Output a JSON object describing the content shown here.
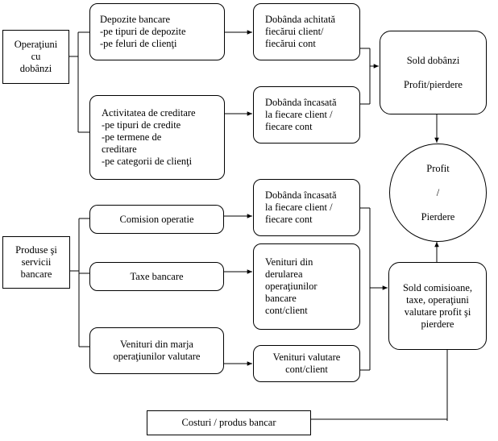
{
  "nodes": {
    "op_dobanzi": [
      "Operaţiuni",
      "cu",
      "dobânzi"
    ],
    "depozite": [
      "Depozite bancare",
      "-pe tipuri de depozite",
      "-pe feluri de clienţi"
    ],
    "creditare": [
      "Activitatea de creditare",
      "-pe tipuri de credite",
      "-pe termene de",
      "creditare",
      "-pe categorii de clienţi"
    ],
    "dob_achitata": [
      "Dobânda achitată",
      "fiecărui client/",
      "fiecărui cont"
    ],
    "dob_incasata_1": [
      "Dobânda încasată",
      "la  fiecare client /",
      "fiecare cont"
    ],
    "sold_dobanzi": [
      "Sold dobânzi",
      "",
      "Profit/pierdere"
    ],
    "profit_pierdere": [
      "Profit",
      "",
      "/",
      "",
      "Pierdere"
    ],
    "produse": [
      "Produse şi",
      "servicii",
      "bancare"
    ],
    "comision": [
      "Comision operatie"
    ],
    "taxe": [
      "Taxe bancare"
    ],
    "marja": [
      "Venituri din marja",
      "operaţiunilor valutare"
    ],
    "dob_incasata_2": [
      "Dobânda încasată",
      "la  fiecare client /",
      "fiecare cont"
    ],
    "venituri_derulare": [
      "Venituri din",
      "derularea",
      "operaţiunilor",
      "bancare",
      "cont/client"
    ],
    "venituri_valutare": [
      "Venituri valutare",
      "cont/client"
    ],
    "sold_comisioane": [
      "Sold comisioane,",
      "taxe, operaţiuni",
      "valutare profit şi",
      "pierdere"
    ],
    "costuri": [
      "Costuri / produs bancar"
    ]
  }
}
